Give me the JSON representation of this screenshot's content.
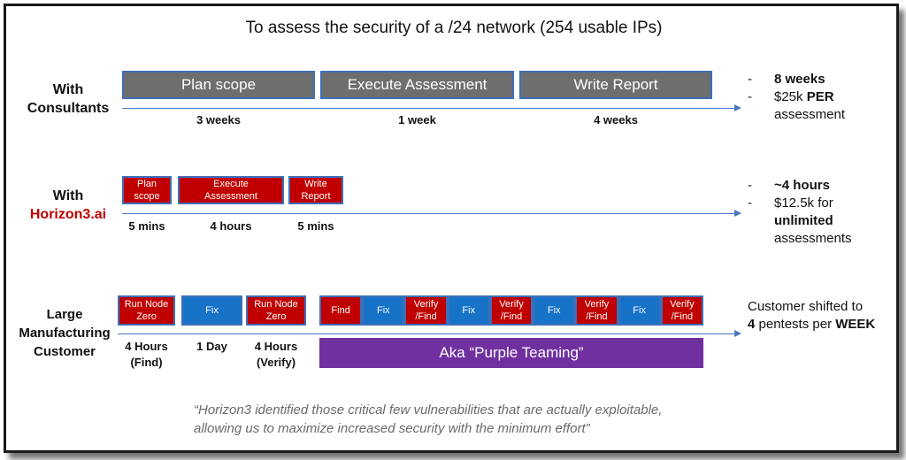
{
  "title": "To assess the security of a /24 network (254 usable IPs)",
  "consultants": {
    "label_line1": "With",
    "label_line2": "Consultants",
    "phases": [
      {
        "label": "Plan scope",
        "duration": "3 weeks"
      },
      {
        "label": "Execute Assessment",
        "duration": "1 week"
      },
      {
        "label": "Write Report",
        "duration": "4 weeks"
      }
    ],
    "bullets": {
      "b1_bold": "8 weeks",
      "b2_prefix": "$25k ",
      "b2_bold": "PER",
      "b2_cont": "assessment"
    }
  },
  "horizon": {
    "label_line1": "With",
    "label_brand": "Horizon3.ai",
    "phases": [
      {
        "label_l1": "Plan",
        "label_l2": "scope",
        "duration": "5 mins"
      },
      {
        "label_l1": "Execute",
        "label_l2": "Assessment",
        "duration": "4 hours"
      },
      {
        "label_l1": "Write",
        "label_l2": "Report",
        "duration": "5 mins"
      }
    ],
    "bullets": {
      "b1_bold": "~4 hours",
      "b2_prefix": "$12.5k for",
      "b2_bold": "unlimited",
      "b2_cont": "assessments"
    }
  },
  "manufacturing": {
    "label_line1": "Large",
    "label_line2": "Manufacturing",
    "label_line3": "Customer",
    "phases": [
      {
        "l1": "Run Node",
        "l2": "Zero",
        "d1": "4 Hours",
        "d2": "(Find)"
      },
      {
        "l1": "Fix",
        "l2": "",
        "d1": "1 Day",
        "d2": ""
      },
      {
        "l1": "Run Node",
        "l2": "Zero",
        "d1": "4 Hours",
        "d2": "(Verify)"
      }
    ],
    "cycle": [
      {
        "l1": "Find",
        "l2": ""
      },
      {
        "l1": "Fix",
        "l2": ""
      },
      {
        "l1": "Verify",
        "l2": "/Find"
      },
      {
        "l1": "Fix",
        "l2": ""
      },
      {
        "l1": "Verify",
        "l2": "/Find"
      },
      {
        "l1": "Fix",
        "l2": ""
      },
      {
        "l1": "Verify",
        "l2": "/Find"
      },
      {
        "l1": "Fix",
        "l2": ""
      },
      {
        "l1": "Verify",
        "l2": "/Find"
      }
    ],
    "purple_banner": "Aka “Purple Teaming”",
    "result_line1": "Customer shifted to",
    "result_num": "4",
    "result_mid": " pentests per ",
    "result_bold": "WEEK"
  },
  "quote": {
    "line1": "“Horizon3 identified those critical few vulnerabilities that are actually exploitable,",
    "line2": "allowing us to maximize increased security with the minimum effort”"
  },
  "colors": {
    "grey_box": "#6e6e6e",
    "red_box": "#c00000",
    "blue_box": "#1673c8",
    "purple_box": "#7030a0",
    "arrow": "#4a78c0"
  }
}
